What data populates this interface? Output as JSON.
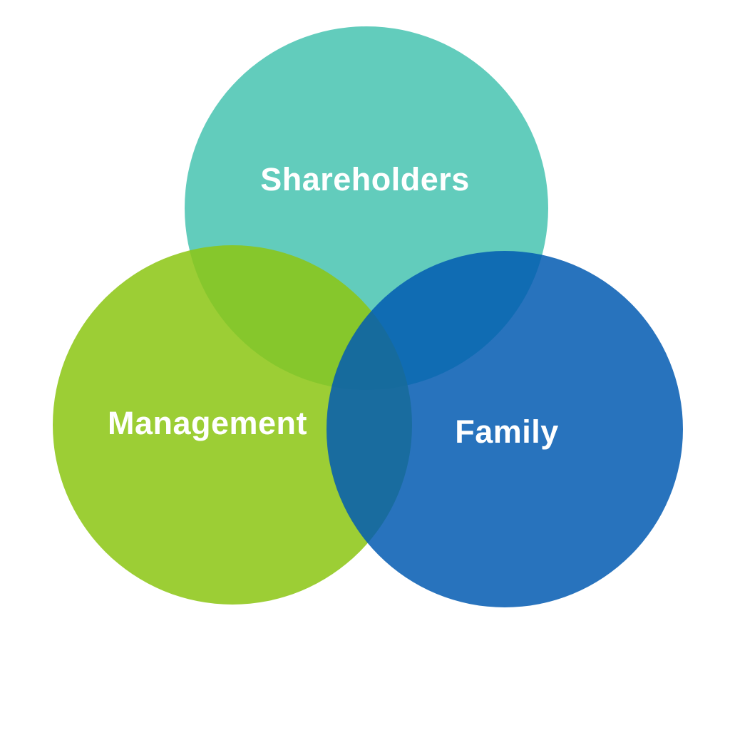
{
  "diagram": {
    "type": "venn-3-circle",
    "background_color": "#ffffff",
    "label_color": "#ffffff",
    "circles": [
      {
        "id": "shareholders",
        "label": "Shareholders",
        "base_color": "#62CCBC",
        "fill": "rgba(98,204,188,1)"
      },
      {
        "id": "management",
        "label": "Management",
        "base_color": "#9CCE35",
        "fill": "rgba(140,198,20,0.86)"
      },
      {
        "id": "family",
        "label": "Family",
        "base_color": "#2873BE",
        "fill": "rgba(2,90,178,0.85)"
      }
    ],
    "overlap_colors": {
      "shareholders_management": "#86C72B",
      "shareholders_family": "#106BB3",
      "management_family": "#196B9F",
      "center_triple": "#166A9E"
    }
  }
}
